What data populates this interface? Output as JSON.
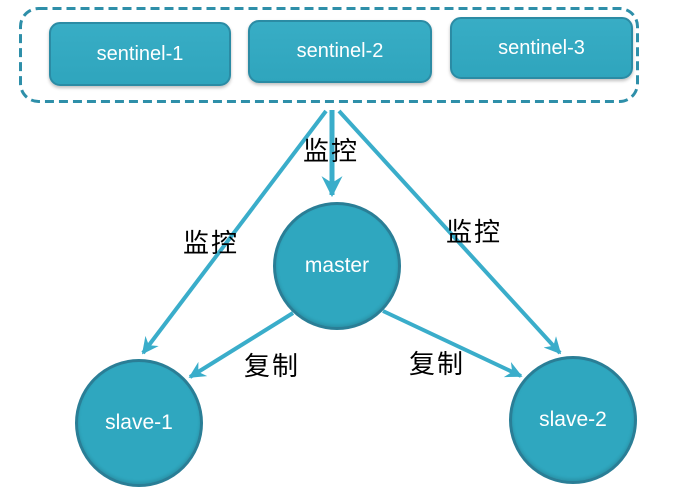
{
  "colors": {
    "node_fill": "#2fa7bf",
    "node_fill_top": "#38adc5",
    "node_border": "#2a7e96",
    "box_border": "#2b8ba4",
    "arrow": "#3aadca",
    "dashed_border": "#2e8fa9",
    "node_text": "#ffffff",
    "edge_label_text": "#000000"
  },
  "sentinel_group": {
    "sentinels": [
      {
        "label": "sentinel-1"
      },
      {
        "label": "sentinel-2"
      },
      {
        "label": "sentinel-3"
      }
    ]
  },
  "nodes": {
    "master": {
      "label": "master"
    },
    "slave1": {
      "label": "slave-1"
    },
    "slave2": {
      "label": "slave-2"
    }
  },
  "edges": [
    {
      "from": "sentinel-group",
      "to": "slave-1",
      "label": "监控"
    },
    {
      "from": "sentinel-group",
      "to": "master",
      "label": "监控"
    },
    {
      "from": "sentinel-group",
      "to": "slave-2",
      "label": "监控"
    },
    {
      "from": "master",
      "to": "slave-1",
      "label": "复制"
    },
    {
      "from": "master",
      "to": "slave-2",
      "label": "复制"
    }
  ]
}
